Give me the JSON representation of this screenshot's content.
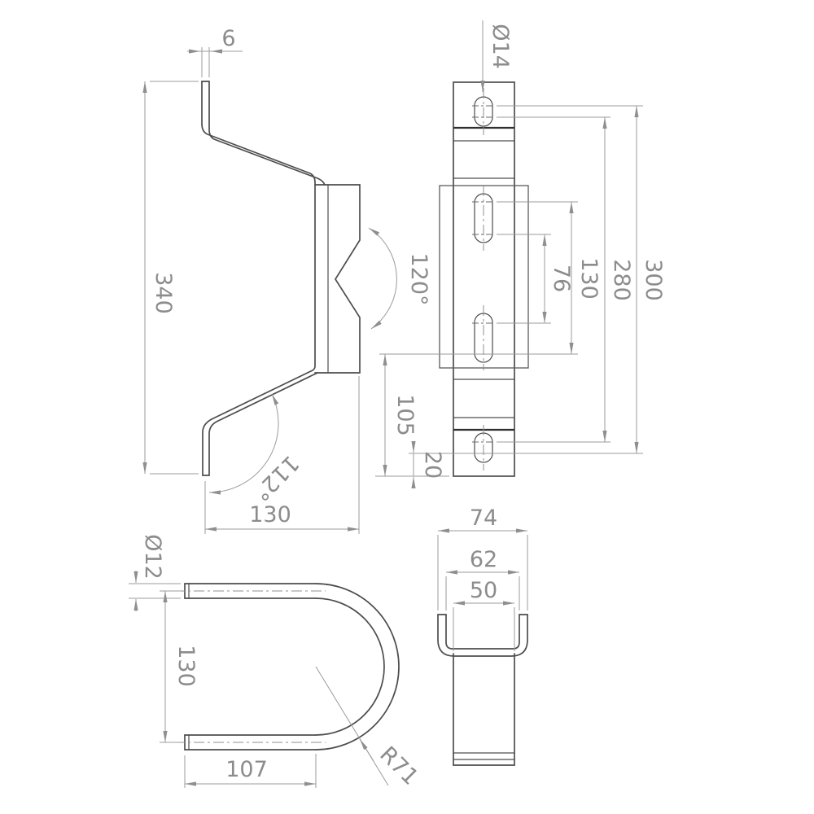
{
  "drawing": {
    "type": "engineering-drawing",
    "background_color": "#ffffff",
    "outline_color": "#4d4d4d",
    "dimension_color": "#9b9b9b",
    "text_color": "#8c8c8c",
    "views": {
      "bracket_side": {
        "label": "bracket-side-profile-view",
        "dims": {
          "thickness": "6",
          "height": "340",
          "width": "130",
          "notch_angle": "120°",
          "bend_angle": "112°"
        }
      },
      "plate_front": {
        "label": "plate-front-view",
        "dims": {
          "hole": "Ø14",
          "spacing_76": "76",
          "spacing_130": "130",
          "spacing_280": "280",
          "spacing_300": "300",
          "spacing_105": "105",
          "edge_20": "20"
        }
      },
      "u_bolt": {
        "label": "u-bolt-view",
        "dims": {
          "rod": "Ø12",
          "spread": "130",
          "leg": "107",
          "radius": "R71"
        }
      },
      "channel": {
        "label": "channel-profile-view",
        "dims": {
          "outer": "74",
          "inner": "62",
          "plate": "50"
        }
      }
    }
  }
}
